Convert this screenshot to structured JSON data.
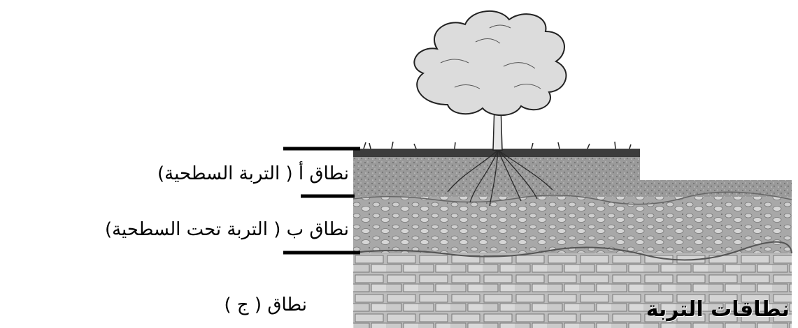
{
  "diagram": {
    "caption": "نطاقات التربة",
    "zones": [
      {
        "id": "a",
        "label": "نطاق أ  ( التربة السطحية)"
      },
      {
        "id": "b",
        "label": "نطاق ب ( التربة تحت السطحية)"
      },
      {
        "id": "c",
        "label": "نطاق ( ج )"
      }
    ]
  }
}
